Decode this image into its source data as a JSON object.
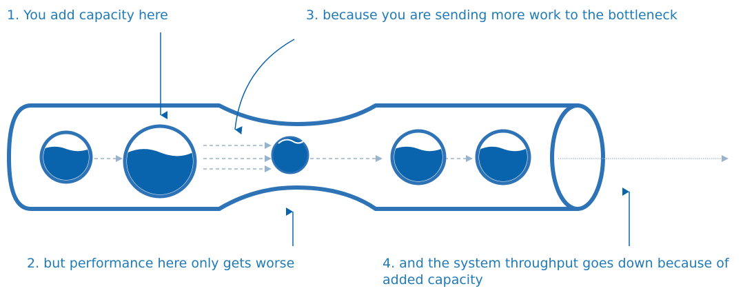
{
  "annotations": {
    "step1": "1. You add capacity here",
    "step2": "2. but performance here only gets worse",
    "step3": "3. because you are sending more work to the bottleneck",
    "step4": "4. and the system throughput goes down because of added capacity"
  },
  "colors": {
    "pipe": "#2e73b6",
    "water": "#0a63ad",
    "dash": "#9ab3cc",
    "text": "#1f7ab8"
  }
}
